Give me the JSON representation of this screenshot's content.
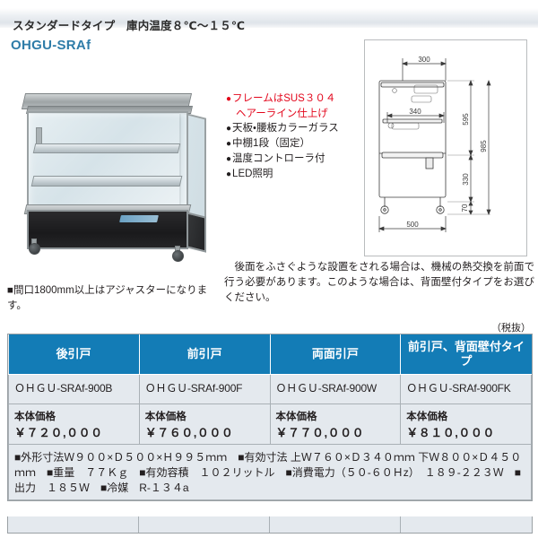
{
  "header": {
    "band_text": "スタンダードタイプ　庫内温度８℃〜１５℃"
  },
  "product": {
    "title": "OHGU-SRAf",
    "photo_alt": "ガラスショーケース 冷蔵ショーケース"
  },
  "features": [
    {
      "text": "フレームはSUS３０４",
      "text_cont": "ヘアーライン仕上げ",
      "color": "#e3051b",
      "highlight": true
    },
    {
      "text": "天板・腰板カラーガラス",
      "color": "#231f20",
      "highlight": false
    },
    {
      "text": "中棚1段（固定）",
      "color": "#231f20",
      "highlight": false
    },
    {
      "text": "温度コントローラ付",
      "color": "#231f20",
      "highlight": false
    },
    {
      "text": "LED照明",
      "color": "#231f20",
      "highlight": false
    }
  ],
  "drawing": {
    "dimensions": {
      "top_width": "300",
      "shelf_width": "340",
      "base_width": "500",
      "upper_height": "595",
      "total_height": "985",
      "lower_height": "330",
      "caster_height": "70"
    }
  },
  "notes": {
    "right": "　後面をふさぐような設置をされる場合は、機械の熱交換を前面で行う必要があります。このような場合は、背面壁付タイプをお選びください。",
    "left": "■間口1800mm以上はアジャスターになります。"
  },
  "tax_note": "（税抜）",
  "table": {
    "headers": [
      "後引戸",
      "前引戸",
      "両面引戸",
      "前引戸、背面壁付タイプ"
    ],
    "models": [
      "ＯＨＧＵ-SRAf-900B",
      "ＯＨＧＵ-SRAf-900F",
      "ＯＨＧＵ-SRAf-900W",
      "ＯＨＧＵ-SRAf-900FK"
    ],
    "price_label": "本体価格",
    "prices": [
      "￥７２０,０００",
      "￥７６０,０００",
      "￥７７０,０００",
      "￥８１０,０００"
    ],
    "spec_text": "■外形寸法Ｗ９００×Ｄ５００×Ｈ９９５ｍｍ　■有効寸法 上Ｗ７６０×Ｄ３４０ｍｍ 下Ｗ８００×Ｄ４５０ｍｍ　■重量　７７Ｋｇ　■有効容積　１０２リットル　■消費電力（５０-６０Ｈz）　１８９-２２３Ｗ　■出力　１８５Ｗ　■冷媒　R-１３４a"
  },
  "colors": {
    "accent_blue": "#137cb6",
    "title_blue": "#2e7ca8",
    "alert_red": "#e3051b",
    "cell_bg": "#e4e9ee"
  }
}
